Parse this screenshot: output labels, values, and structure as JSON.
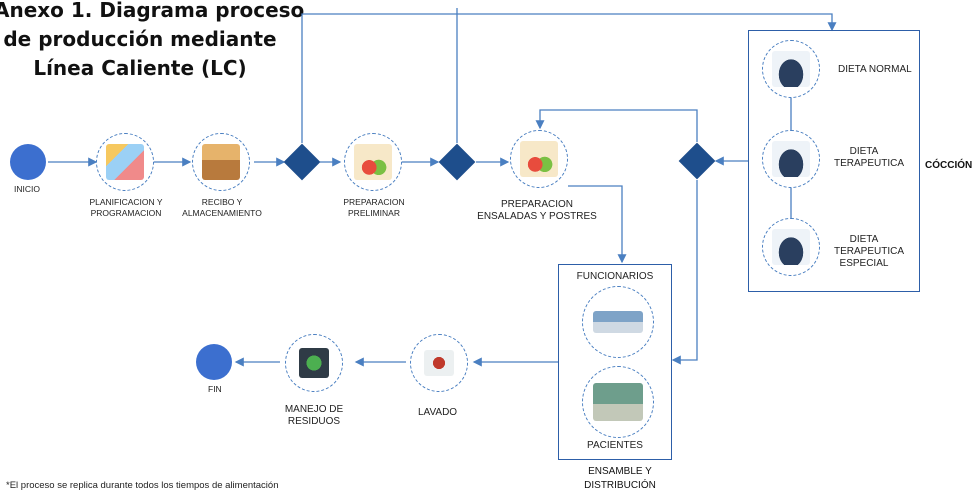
{
  "title": {
    "line1": "Anexo 1. Diagrama proceso",
    "line2": "de producción mediante",
    "line3": "Línea Caliente (LC)"
  },
  "nodes": {
    "inicio": "INICIO",
    "planificacion_1": "PLANIFICACION Y",
    "planificacion_2": "PROGRAMACION",
    "recibo_1": "RECIBO Y",
    "recibo_2": "ALMACENAMIENTO",
    "prep_pre_1": "PREPARACION",
    "prep_pre_2": "PRELIMINAR",
    "prep_ens_1": "PREPARACION",
    "prep_ens_2": "ENSALADAS Y POSTRES",
    "dieta_normal": "DIETA NORMAL",
    "dieta_ter_1": "DIETA",
    "dieta_ter_2": "TERAPEUTICA",
    "dieta_esp_1": "DIETA",
    "dieta_esp_2": "TERAPEUTICA",
    "dieta_esp_3": "ESPECIAL",
    "coccion": "CÓCCIÓN",
    "funcionarios": "FUNCIONARIOS",
    "pacientes": "PACIENTES",
    "ensamble_1": "ENSAMBLE Y",
    "ensamble_2": "DISTRIBUCIÓN",
    "lavado": "LAVADO",
    "residuos_1": "MANEJO DE",
    "residuos_2": "RESIDUOS",
    "fin": "FIN"
  },
  "footnote": "*El proceso se replica durante todos los tiempos de alimentación",
  "colors": {
    "line": "#4a7fc1",
    "diamond": "#1e4e8c",
    "terminal": "#3c6fcf",
    "box": "#2d5ea8"
  },
  "icons": {
    "planificacion": "planning-board-icon",
    "recibo": "storage-room-icon",
    "preparacion": "food-preparation-icon",
    "coccion": "cooking-pot-icon",
    "distribucion": "tray-line-icon",
    "lavado": "dishwashing-icon",
    "residuos": "recycling-bin-icon"
  }
}
